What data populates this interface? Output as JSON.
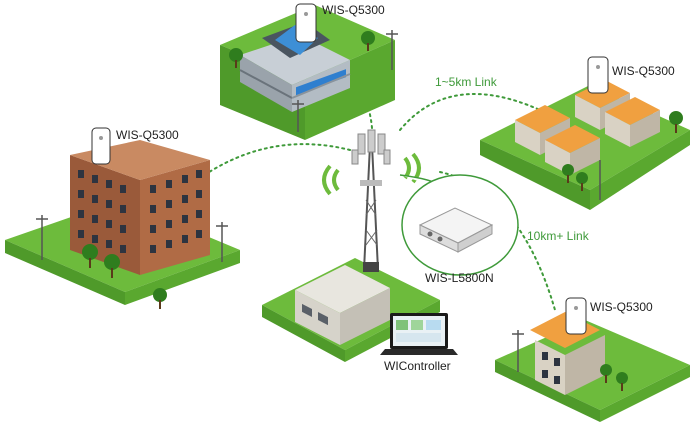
{
  "labels": {
    "top_building": "WIS-Q5300",
    "left_building": "WIS-Q5300",
    "right_houses": "WIS-Q5300",
    "bottom_right_house": "WIS-Q5300",
    "base_station": "WIS-L5800N",
    "controller": "WIController"
  },
  "links": {
    "short": "1~5km Link",
    "long": "10km+ Link"
  },
  "colors": {
    "grass": "#6dbb3c",
    "grass_side": "#4f9a2a",
    "link_line": "#3f9a3a",
    "brick": "#9a5a3a",
    "roof": "#e98a2c"
  }
}
